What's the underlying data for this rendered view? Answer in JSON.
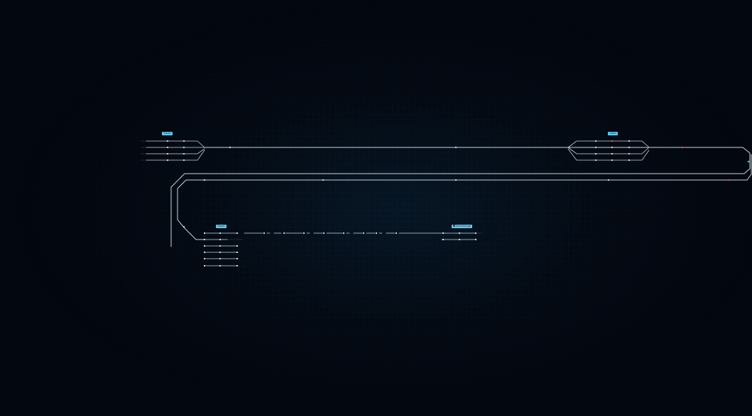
{
  "map": {
    "background_color": "#03070f",
    "track_color": "#c9d3dc",
    "label_background": "#63c9ea",
    "signal_colors": {
      "red": "#e0483f",
      "green": "#3fd27a",
      "white": "#dfe6ec"
    }
  },
  "stations": [
    {
      "id": "west-terminal",
      "name": "Tracks",
      "icon": "none"
    },
    {
      "id": "east-junction",
      "name": "Lakes",
      "icon": "none"
    },
    {
      "id": "south-yard",
      "name": "Depot",
      "icon": "none"
    },
    {
      "id": "interchange",
      "name": "Interchange",
      "icon": "station-icon"
    }
  ]
}
